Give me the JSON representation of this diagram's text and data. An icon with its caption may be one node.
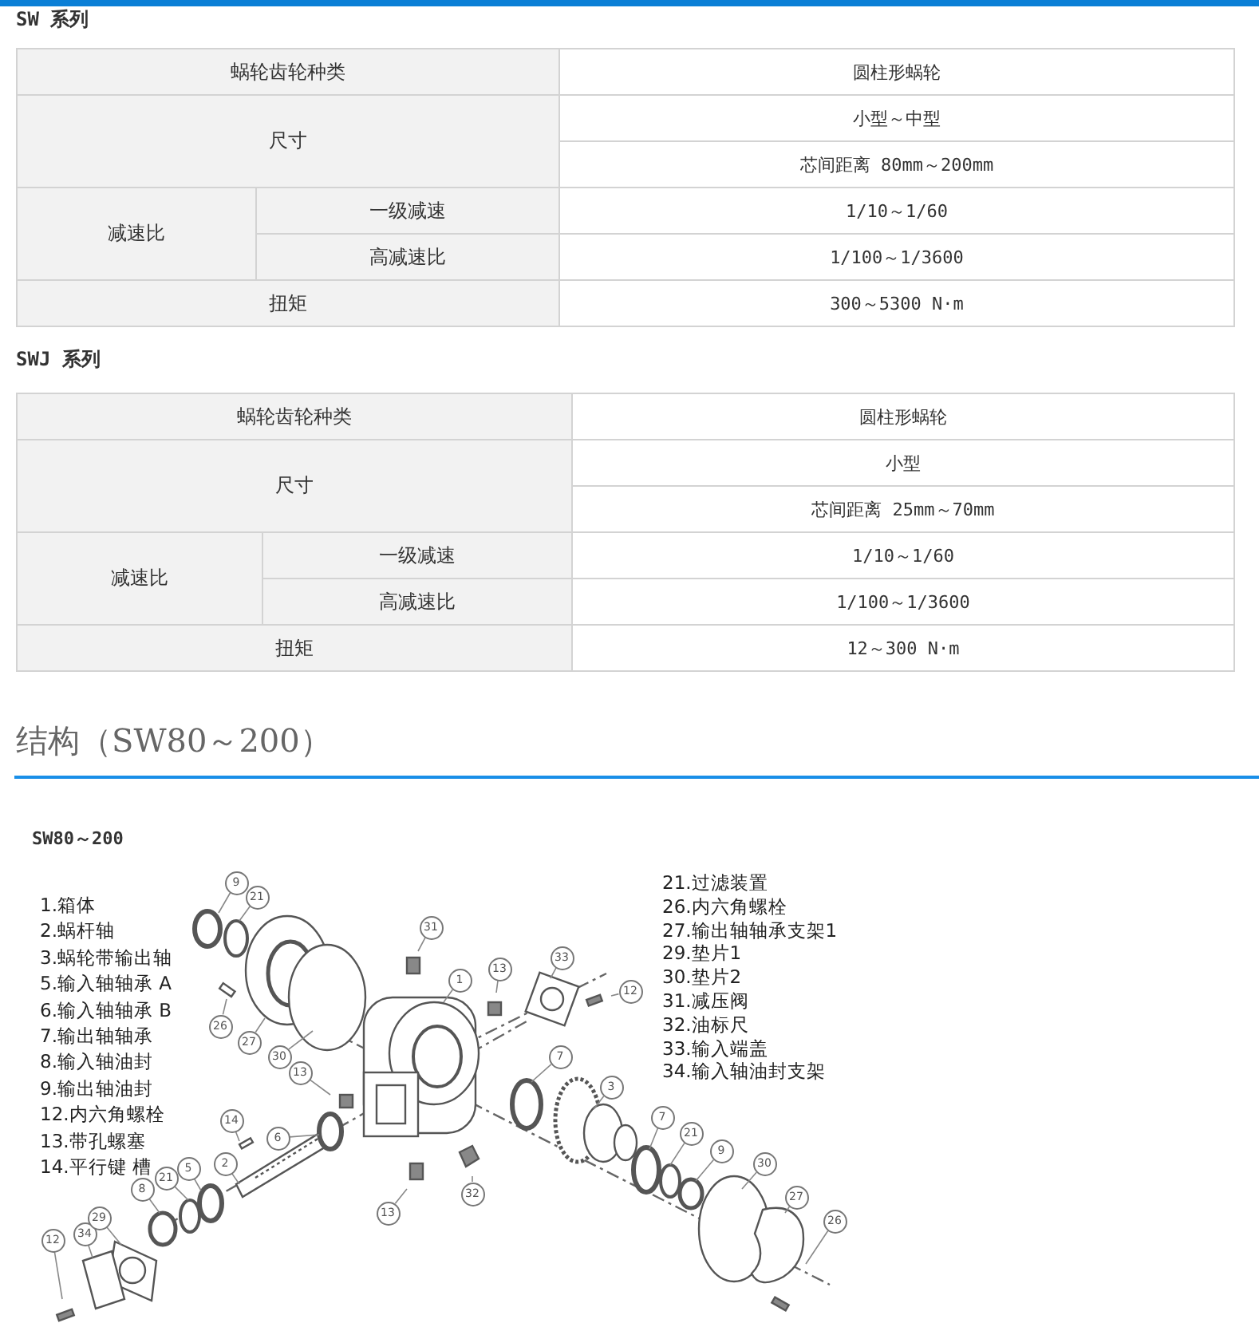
{
  "diagram": {
    "nodes": [
      {
        "text": [
          "9"
        ]
      },
      {
        "text": [
          "21"
        ]
      },
      {
        "text": [
          "31"
        ]
      },
      {
        "text": [
          "1"
        ]
      },
      {
        "text": [
          "13"
        ]
      },
      {
        "text": [
          "33"
        ]
      },
      {
        "text": [
          "12"
        ]
      },
      {
        "text": [
          "26"
        ]
      },
      {
        "text": [
          "27"
        ]
      },
      {
        "text": [
          "30"
        ]
      },
      {
        "text": [
          "13"
        ]
      },
      {
        "text": [
          "7"
        ]
      },
      {
        "text": [
          "3"
        ]
      },
      {
        "text": [
          "6"
        ]
      },
      {
        "text": [
          "14"
        ]
      },
      {
        "text": [
          "2"
        ]
      },
      {
        "text": [
          "5"
        ]
      },
      {
        "text": [
          "21"
        ]
      },
      {
        "text": [
          "8"
        ]
      },
      {
        "text": [
          "12"
        ]
      },
      {
        "text": [
          "34"
        ]
      },
      {
        "text": [
          "29"
        ]
      },
      {
        "text": [
          "13"
        ]
      },
      {
        "text": [
          "32"
        ]
      },
      {
        "text": [
          "7"
        ]
      },
      {
        "text": [
          "21"
        ]
      },
      {
        "text": [
          "9"
        ]
      },
      {
        "text": [
          "30"
        ]
      },
      {
        "text": [
          "27"
        ]
      },
      {
        "text": [
          "26"
        ]
      }
    ],
    "edges": [
      {
        "from": 0,
        "to": null,
        "arrow": "none"
      },
      {
        "from": 1,
        "to": null,
        "arrow": "none"
      },
      {
        "from": 2,
        "to": null,
        "arrow": "none"
      },
      {
        "from": 3,
        "to": null,
        "arrow": "none"
      },
      {
        "from": 4,
        "to": null,
        "arrow": "none"
      },
      {
        "from": 5,
        "to": null,
        "arrow": "none"
      },
      {
        "from": 6,
        "to": null,
        "arrow": "none"
      },
      {
        "from": 7,
        "to": null,
        "arrow": "none"
      },
      {
        "from": 8,
        "to": null,
        "arrow": "none"
      },
      {
        "from": 9,
        "to": null,
        "arrow": "none"
      },
      {
        "from": 10,
        "to": null,
        "arrow": "none"
      },
      {
        "from": 11,
        "to": null,
        "arrow": "none"
      },
      {
        "from": 12,
        "to": null,
        "arrow": "none"
      },
      {
        "from": 13,
        "to": null,
        "arrow": "none"
      },
      {
        "from": 14,
        "to": null,
        "arrow": "none"
      },
      {
        "from": 15,
        "to": null,
        "arrow": "none"
      },
      {
        "from": 16,
        "to": null,
        "arrow": "none"
      },
      {
        "from": 17,
        "to": null,
        "arrow": "none"
      },
      {
        "from": 18,
        "to": null,
        "arrow": "none"
      },
      {
        "from": 19,
        "to": null,
        "arrow": "none"
      },
      {
        "from": 20,
        "to": null,
        "arrow": "none"
      },
      {
        "from": 21,
        "to": null,
        "arrow": "none"
      },
      {
        "from": 22,
        "to": null,
        "arrow": "none"
      },
      {
        "from": 23,
        "to": null,
        "arrow": "none"
      },
      {
        "from": 24,
        "to": null,
        "arrow": "none"
      },
      {
        "from": 25,
        "to": null,
        "arrow": "none"
      },
      {
        "from": 26,
        "to": null,
        "arrow": "none"
      },
      {
        "from": 27,
        "to": null,
        "arrow": "none"
      },
      {
        "from": 28,
        "to": null,
        "arrow": "none"
      },
      {
        "from": 29,
        "to": null,
        "arrow": "none"
      }
    ],
    "labels": [
      "SW 系列",
      "蜗轮齿轮种类",
      "圆柱形蜗轮",
      "尺寸",
      "小型～中型",
      "芯间距离 80mm～200mm",
      "减速比",
      "一级减速",
      "1/10～1/60",
      "高减速比",
      "1/100～1/3600",
      "扭矩",
      "300～5300 N·m",
      "SWJ 系列",
      "蜗轮齿轮种类",
      "圆柱形蜗轮",
      "尺寸",
      "小型",
      "芯间距离 25mm～70mm",
      "减速比",
      "一级减速",
      "1/10～1/60",
      "高减速比",
      "1/100～1/3600",
      "扭矩",
      "12～300 N·m",
      "结构（SW80～200）",
      "SW80～200",
      "1.箱体",
      "2.蜗杆轴",
      "3.蜗轮带输出轴",
      "5.输入轴轴承 A",
      "6.输入轴轴承 B",
      "7.输出轴轴承",
      "8.输入轴油封",
      "9.输出轴油封",
      "12.内六角螺栓",
      "13.带孔螺塞",
      "14.平行键 槽",
      "21.过滤装置",
      "26.内六角螺栓",
      "27.输出轴轴承支架1",
      "29.垫片1",
      "30.垫片2",
      "31.减压阀",
      "32.油标尺",
      "33.输入端盖",
      "34.输入轴油封支架"
    ]
  }
}
